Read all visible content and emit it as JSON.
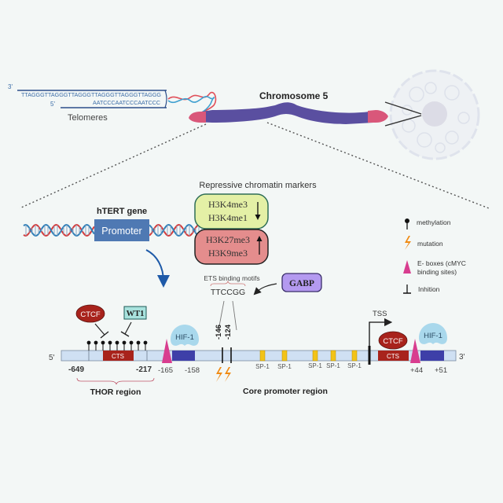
{
  "telomeres": {
    "strand_top_end": "3'",
    "strand_bottom_end": "5'",
    "top_sequence": "TTAGGGTTAGGGTTAGGGTTAGGGTTAGGGTTAGGG",
    "bottom_sequence": "AATCCCAATCCCAATCCC",
    "label": "Telomeres"
  },
  "chromosome": {
    "label": "Chromosome 5"
  },
  "gene": {
    "label": "hTERT gene",
    "promoter_label": "Promoter"
  },
  "chromatin": {
    "title": "Repressive chromatin markers",
    "decreased": {
      "marks": [
        "H3K4me3",
        "H3K4me1"
      ],
      "direction": "down"
    },
    "increased": {
      "marks": [
        "H3K27me3",
        "H3K9me3"
      ],
      "direction": "up"
    }
  },
  "legend": {
    "items": [
      {
        "icon": "methylation-lollipop-icon",
        "label": "methylation"
      },
      {
        "icon": "lightning-bolt-icon",
        "label": "mutation"
      },
      {
        "icon": "e-box-triangle-icon",
        "label_line1": "E- boxes (cMYC",
        "label_line2": "binding sites)"
      },
      {
        "icon": "inhibition-icon",
        "label": "Inhition"
      }
    ]
  },
  "ets": {
    "title": "ETS binding motifs",
    "motif": "TTCCGG",
    "factor": "GABP",
    "positions": [
      "-146",
      "-124"
    ]
  },
  "promoter_map": {
    "end5": "5'",
    "end3": "3'",
    "thor": {
      "ctcf": "CTCF",
      "wt1": "WT1",
      "cts": "CTS",
      "start": "-649",
      "end": "-217",
      "label": "THOR region",
      "methylation_sites": 9
    },
    "hif1_upstream": {
      "label": "HIF-1",
      "start": "-165",
      "end": "-158"
    },
    "sp1_sites": [
      "SP-1",
      "SP-1",
      "SP-1",
      "SP-1",
      "SP-1"
    ],
    "core_label": "Core promoter region",
    "tss_label": "TSS",
    "downstream": {
      "ctcf": "CTCF",
      "cts": "CTS",
      "hif1": "HIF-1",
      "start": "+44",
      "end": "+51"
    }
  },
  "colors": {
    "background": "#f3f7f6",
    "chromosome": "#5a4fa0",
    "telomere_cap": "#d9577a",
    "promoter_box": "#4f79b3",
    "green_box": "#e4f0a6",
    "red_box": "#e48d8d",
    "gabp": "#b49af0",
    "ctcf": "#a8231c",
    "wt1": "#a8e2dd",
    "hif1": "#a9d8ec",
    "dna_track": "#cfe0f3",
    "hif_block": "#3e3fa8",
    "sp1": "#f2c318",
    "ebox": "#d83d8f",
    "mutation": "#f08a12"
  }
}
